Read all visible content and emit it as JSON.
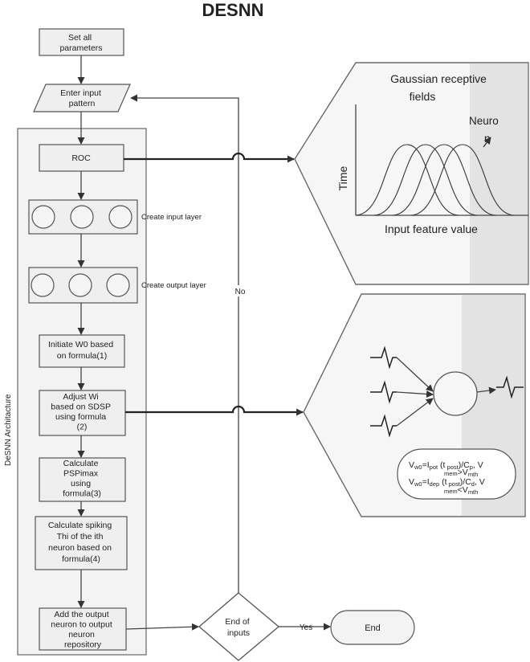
{
  "title": "DESNN",
  "vertical_label": "DeSNN Architacture",
  "steps": {
    "set_params": [
      "Set all",
      "parameters"
    ],
    "enter_input": [
      "Enter input",
      "pattern"
    ],
    "roc": "ROC",
    "create_input_label": "Create input layer",
    "create_output_label": "Create output layer",
    "initiate_w0": [
      "Initiate W0 based",
      "on formula(1)"
    ],
    "adjust_wi": [
      "Adjust Wi",
      "based on SDSP",
      "using formula",
      "(2)"
    ],
    "calc_psp": [
      "Calculate",
      "PSPimax",
      "using",
      "formula(3)"
    ],
    "calc_spiking": [
      "Calculate spiking",
      "Thi of the ith",
      "neuron based on",
      "formula(4)"
    ],
    "add_output": [
      "Add the output",
      "neuron to output",
      "neuron",
      "repository"
    ],
    "decision": [
      "End of",
      "inputs"
    ],
    "end": "End"
  },
  "edge_labels": {
    "yes": "Yes",
    "no": "No"
  },
  "gaussian_panel": {
    "title": [
      "Gaussian receptive",
      "fields"
    ],
    "neuron_label": [
      "Neuro",
      "n"
    ],
    "y_axis": "Time",
    "x_axis": "Input feature value"
  },
  "neuron_panel": {
    "formula1": {
      "main": "V",
      "sub_w0": "w0",
      "eq": "=I",
      "sub_pot": "pot",
      "mid": " (t",
      "sub_post": " post",
      "tail": ")/C",
      "sub_p": "p",
      "end": ", V",
      "sub_mem": "mem",
      "gt": ">V",
      "sub_mth": "mth"
    },
    "formula2": {
      "main": "V",
      "sub_w0": "w0",
      "eq": "=I",
      "sub_dep": "dep",
      "mid": " (t",
      "sub_post": " post",
      "tail": ")/C",
      "sub_d": "d",
      "end": ", V",
      "sub_mem": "mem",
      "lt": "<V",
      "sub_mth": "mth"
    }
  }
}
